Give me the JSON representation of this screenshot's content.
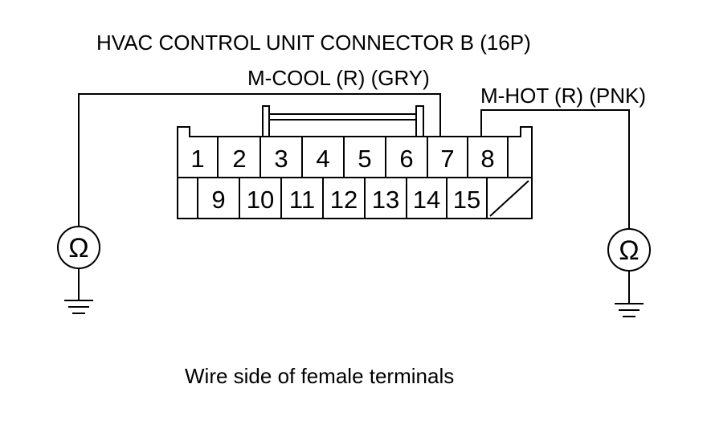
{
  "title": "HVAC CONTROL UNIT CONNECTOR B (16P)",
  "wire_labels": {
    "m_cool": "M-COOL (R) (GRY)",
    "m_hot": "M-HOT (R) (PNK)"
  },
  "connector": {
    "top_row": [
      "1",
      "2",
      "3",
      "4",
      "5",
      "6",
      "7",
      "8"
    ],
    "bottom_row": [
      "9",
      "10",
      "11",
      "12",
      "13",
      "14",
      "15"
    ]
  },
  "meter_symbol": "Ω",
  "caption": "Wire side of female terminals"
}
